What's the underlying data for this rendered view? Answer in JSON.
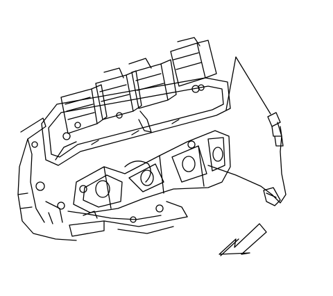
{
  "figure": {
    "type": "technical-illustration",
    "subject": "engine-exhaust-manifold-and-oxygen-sensor",
    "style": "line-art",
    "colors": {
      "line": "#000000",
      "fill": "#ffffff"
    },
    "icons": [
      "direction-arrow-icon"
    ],
    "callouts": 1,
    "text_labels": []
  }
}
